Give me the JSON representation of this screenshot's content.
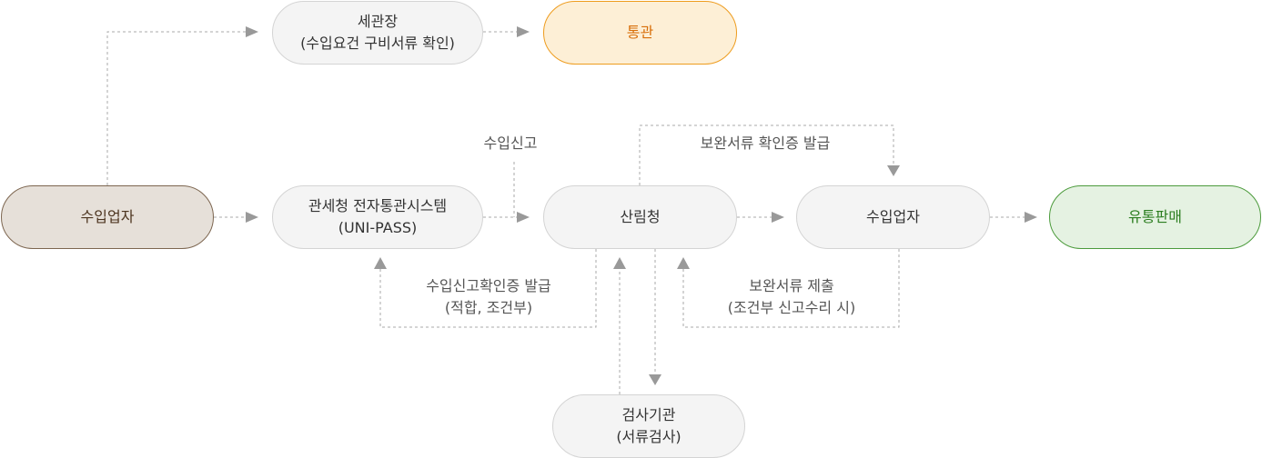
{
  "nodes": {
    "importer_start": "수입업자",
    "customs_house": {
      "line1": "세관장",
      "line2": "(수입요건 구비서류 확인)"
    },
    "customs_clearance": "통관",
    "unipass": {
      "line1": "관세청 전자통관시스템",
      "line2": "(UNI-PASS)"
    },
    "forest_service": "산림청",
    "importer_mid": "수입업자",
    "distribution": "유통판매",
    "inspection_agency": {
      "line1": "검사기관",
      "line2": "(서류검사)"
    }
  },
  "labels": {
    "import_declaration": "수입신고",
    "supplement_certificate": "보완서류 확인증 발급",
    "declaration_certificate": {
      "line1": "수입신고확인증 발급",
      "line2": "(적합, 조건부)"
    },
    "submit_supplement": {
      "line1": "보완서류 제출",
      "line2": "(조건부 신고수리 시)"
    }
  },
  "colors": {
    "connector": "#aaaaaa",
    "arrowhead": "#999999",
    "start_fill": "#e6e0d9",
    "start_border": "#7d6650",
    "clearance_fill": "#fdefd6",
    "clearance_border": "#ee9c1e",
    "distribution_fill": "#e5f2e2",
    "distribution_border": "#4c9b3c",
    "default_fill": "#f4f4f4",
    "default_border": "#d4d4d4"
  }
}
